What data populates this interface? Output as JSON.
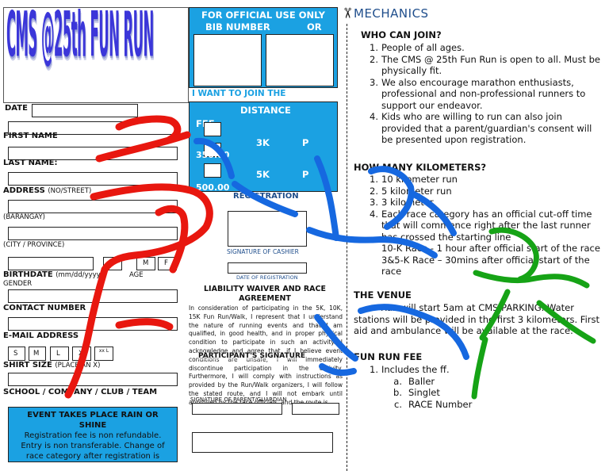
{
  "logo": {
    "text": "CMS @25th FUN RUN",
    "color": "#3b36d9"
  },
  "form": {
    "date": "DATE",
    "first_name": "FIRST NAME",
    "last_name": "LAST NAME:",
    "address": "ADDRESS",
    "address_hint": "(NO/STREET)",
    "barangay": "(BARANGAY)",
    "city": "(CITY / PROVINCE)",
    "birthdate": "BIRTHDATE",
    "birthdate_hint": "(mm/dd/yyyy)",
    "age": "AGE",
    "gender": "GENDER",
    "gender_m": "M",
    "gender_f": "F",
    "contact": "CONTACT NUMBER",
    "email": "E-MAIL ADDRESS",
    "sizes": [
      "S",
      "M",
      "L",
      "X",
      "xx L"
    ],
    "shirt_size": "SHIRT SIZE",
    "shirt_size_hint": "(PLACE AN X)",
    "school": "SCHOOL / COMPANY / CLUB / TEAM"
  },
  "event_box": {
    "title": "EVENT TAKES PLACE RAIN OR SHINE",
    "line1": "Registration fee is non refundable.",
    "line2": "Entry is non transferable. Change of race category after registration is"
  },
  "official": {
    "title": "FOR OFFICIAL USE ONLY",
    "bib": "BIB NUMBER",
    "or": "OR"
  },
  "join": {
    "title": "I WANT TO JOIN THE",
    "distance": "DISTANCE",
    "fee": "FEE",
    "row1_dist": "3K",
    "row1_cur": "P",
    "row1_fee": "350.00",
    "row2_dist": "5K",
    "row2_cur": "P",
    "row2_fee": "500.00",
    "registration": "REGISTRATION",
    "signature_cashier": "SIGNATURE OF CASHIER",
    "date_registration": "DATE OF REGISTRATION"
  },
  "waiver": {
    "title": "LIABILITY WAIVER AND RACE AGREEMENT",
    "body": "In consideration of participating in the 5K, 10K, 15K Fun Run/Walk, I represent that I understand the nature of running events and that I am qualified, in good health, and in proper physical condition to participate in such an activity. I acknowledge and agree that, if I believe event conditions are unsafe, I will immediately discontinue participation in the activity. Furthermore, I will comply with instructions as provided by the Run/Walk organizers, I will follow the stated route, and I will not embark until approved by the race officials, and the route is",
    "participant_signature": "PARTICIPANT'S SIGNATURE",
    "signature_parent": "SIGNATURE OF PARENT/GUARDIAN"
  },
  "mechanics": {
    "title": "MECHANICS",
    "scissor": "✂",
    "who_title": "WHO CAN JOIN?",
    "who": [
      "People of all ages.",
      "The CMS @ 25th Fun Run is open to all. Must be physically fit.",
      "We also encourage marathon enthusiasts, professional and non-professional runners to support our endeavor.",
      " Kids who are willing to run can also join provided that a parent/guardian's consent will be presented upon registration."
    ],
    "km_title": "HOW MANY KILOMETERS?",
    "km": [
      "10 kilometer run",
      "5 kilometer run",
      "3 kilometer",
      "Each race category has an official cut-off time that will commence right after the last runner has crossed the starting line"
    ],
    "km_note1": "10-K Race - 1 hour after official start of the race",
    "km_note2": " 3&5-K Race – 30mins after official start of the race",
    "venue_title": "THE VENUE",
    "venue_text": "Run will start 5am at CMS PARKING. Water stations will be provided in the first 3 kilometers. First aid and ambulance will be available at the race.",
    "fee_title": "FUN RUN FEE",
    "fee_item": "Includes the ff.",
    "fee_sub": [
      "Baller",
      "Singlet",
      "RACE Number"
    ]
  },
  "colors": {
    "blue_box": "#1ba1e2",
    "mechanics_title": "#1f4e8c",
    "scribble_red": "#e8170f",
    "scribble_blue": "#1668e0",
    "scribble_green": "#16a316"
  }
}
